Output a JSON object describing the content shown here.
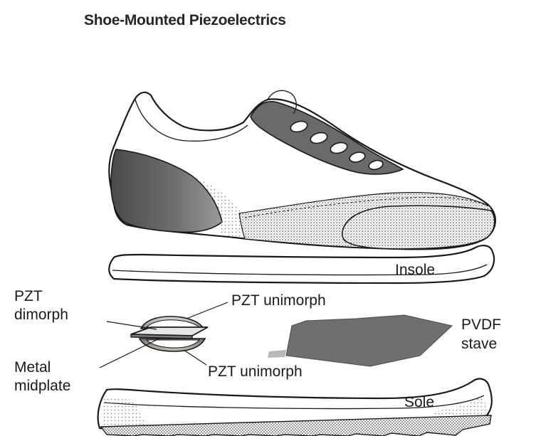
{
  "title": "Shoe-Mounted Piezoelectrics",
  "labels": {
    "insole": "Insole",
    "sole": "Sole",
    "pzt_dimorph_line1": "PZT",
    "pzt_dimorph_line2": "dimorph",
    "pzt_unimorph_top": "PZT unimorph",
    "pzt_unimorph_bottom": "PZT unimorph",
    "metal_line1": "Metal",
    "metal_line2": "midplate",
    "pvdf_line1": "PVDF",
    "pvdf_line2": "stave"
  },
  "colors": {
    "ink": "#1a1a1a",
    "stave": "#6f6f6f",
    "heel_dark": "#5c5c5c",
    "lace_panel": "#6a6a6a",
    "stipple": "#9a9a9a"
  }
}
